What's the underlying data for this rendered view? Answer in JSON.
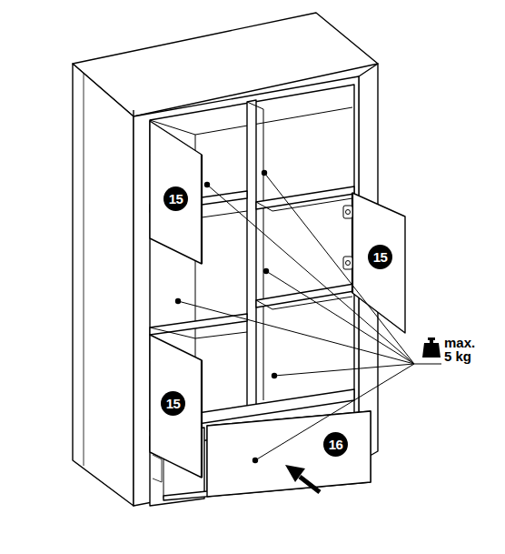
{
  "diagram": {
    "labels": [
      "15",
      "15",
      "15",
      "16",
      "max. 5 kg"
    ]
  }
}
